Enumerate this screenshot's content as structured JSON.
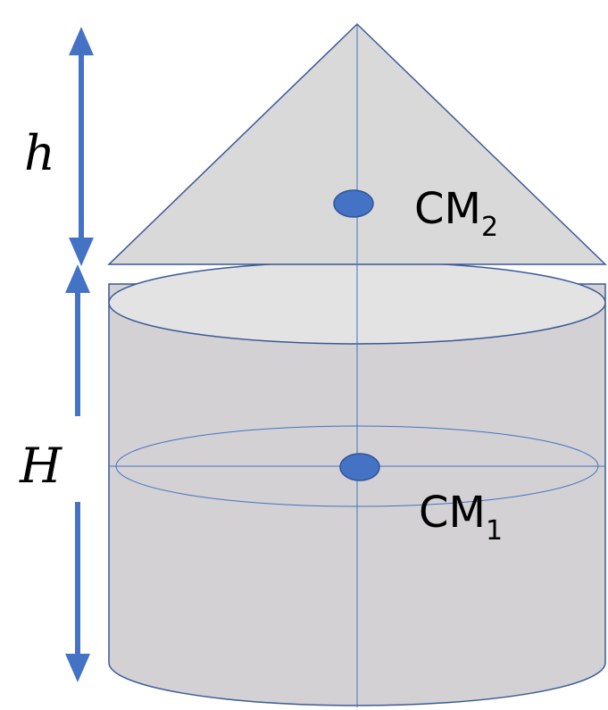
{
  "labels": {
    "h": "h",
    "H": "H",
    "cm2": {
      "main": "CM",
      "sub": "2"
    },
    "cm1": {
      "main": "CM",
      "sub": "1"
    }
  },
  "colors": {
    "arrow": "#4472C4",
    "outline": "#3B5998",
    "axis": "#4472C4",
    "cylinder_side": "#D3D1D3",
    "cylinder_top": "#E3E3E3",
    "cone_fill": "#D9D9D9",
    "cm_dot": "#4472C4",
    "cm_dot_stroke": "#2F5597"
  }
}
